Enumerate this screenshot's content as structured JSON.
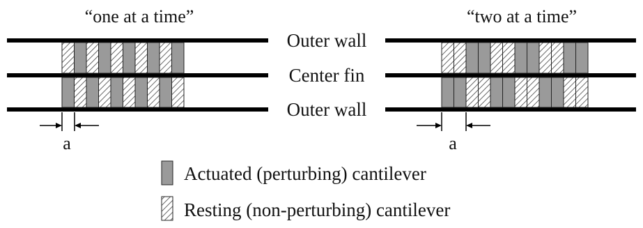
{
  "titles": {
    "left": "“one at a time”",
    "right": "“two at a time”"
  },
  "wall_labels": {
    "top": "Outer wall",
    "middle": "Center fin",
    "bottom": "Outer wall"
  },
  "spacing_label": "a",
  "legend": {
    "actuated": "Actuated (perturbing) cantilever",
    "resting": "Resting (non-perturbing) cantilever"
  },
  "arrays": {
    "one_at_a_time": {
      "top_row": [
        "resting",
        "actuated",
        "resting",
        "actuated",
        "resting",
        "actuated",
        "resting",
        "actuated",
        "resting",
        "actuated"
      ],
      "bottom_row": [
        "actuated",
        "resting",
        "actuated",
        "resting",
        "actuated",
        "resting",
        "actuated",
        "resting",
        "actuated",
        "resting"
      ]
    },
    "two_at_a_time": {
      "top_row": [
        "resting",
        "resting",
        "actuated",
        "actuated",
        "resting",
        "resting",
        "actuated",
        "actuated",
        "resting",
        "resting",
        "actuated",
        "actuated"
      ],
      "bottom_row": [
        "actuated",
        "actuated",
        "resting",
        "resting",
        "actuated",
        "actuated",
        "resting",
        "resting",
        "actuated",
        "actuated",
        "resting",
        "resting"
      ]
    }
  },
  "colors": {
    "wall": "#000000",
    "actuated_fill": "#9a9a9a",
    "resting_hatch": "#444444",
    "outline": "#222222"
  }
}
